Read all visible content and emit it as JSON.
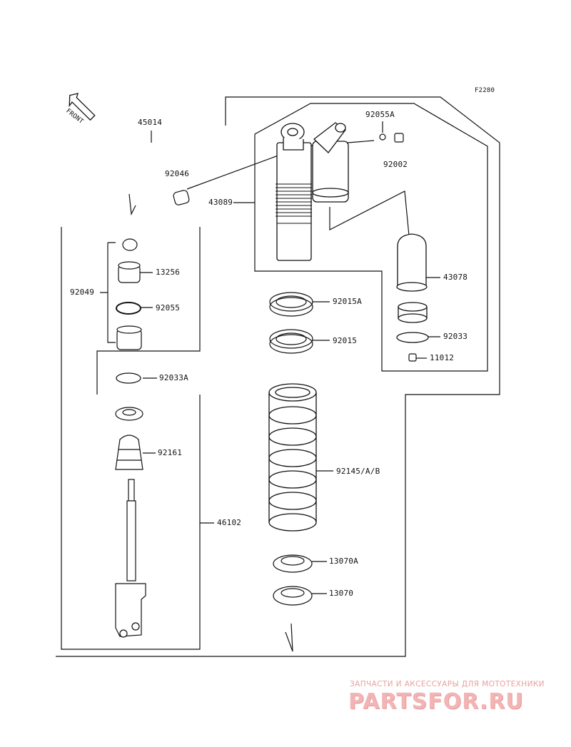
{
  "figure_code": "F2280",
  "front_label": "FRONT",
  "labels": {
    "p45014": "45014",
    "p92055A": "92055A",
    "p92046": "92046",
    "p92002": "92002",
    "p43089": "43089",
    "p13256": "13256",
    "p92049": "92049",
    "p92055": "92055",
    "p43078": "43078",
    "p92015A": "92015A",
    "p92033": "92033",
    "p92015": "92015",
    "p11012": "11012",
    "p92033A": "92033A",
    "p92161": "92161",
    "p92145": "92145/A/B",
    "p46102": "46102",
    "p13070A": "13070A",
    "p13070": "13070"
  },
  "watermark": {
    "tagline": "ЗАПЧАСТИ И АКСЕССУАРЫ ДЛЯ МОТОТЕХНИКИ",
    "logo": "PARTSFOR.RU"
  },
  "colors": {
    "line": "#111111",
    "watermark": "#f2b4b4"
  }
}
